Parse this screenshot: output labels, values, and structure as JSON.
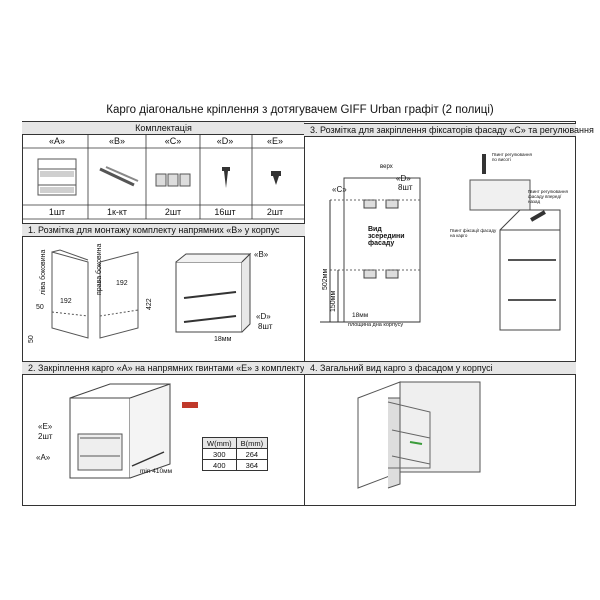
{
  "title": "Карго  діагональне кріплення з дотягувачем GIFF Urban графіт (2 полиці)",
  "kit": {
    "header": "Комплектація",
    "items": [
      {
        "code": "«А»",
        "qty": "1шт"
      },
      {
        "code": "«В»",
        "qty": "1к-кт"
      },
      {
        "code": "«С»",
        "qty": "2шт"
      },
      {
        "code": "«D»",
        "qty": "16шт"
      },
      {
        "code": "«Е»",
        "qty": "2шт"
      }
    ]
  },
  "section1": {
    "header": "1. Розмітка для монтажу комплекту напрямних «В» у корпус",
    "left_side": "ліва боковина",
    "right_side": "права боковина",
    "dim_192": "192",
    "dim_50": "50",
    "dim_50b": "50",
    "dim_422": "422",
    "label_b": "«В»",
    "label_d": "«D»",
    "d_qty": "8шт",
    "dim_18": "18мм"
  },
  "section2": {
    "header": "2. Закріплення карго «А» на напрямних гвинтами «Е» з комплекту",
    "label_e": "«Е»",
    "e_qty": "2шт",
    "label_a": "«А»",
    "min_width": "min 410мм",
    "table": {
      "head": [
        "W(mm)",
        "B(mm)"
      ],
      "rows": [
        [
          "300",
          "264"
        ],
        [
          "400",
          "364"
        ]
      ]
    }
  },
  "section3": {
    "header": "3. Розмітка для закріплення фіксаторів фасаду «С» та регулювання",
    "label_c": "«С»",
    "label_d": "«D»",
    "d_qty": "8шт",
    "top": "верх",
    "inner_view": "Вид зсередини фасаду",
    "dim_502": "502мм",
    "dim_150": "150мм",
    "dim_18": "18мм",
    "bottom_note": "площина дна корпусу",
    "adj_height": "Гвинт регулювання по висоті",
    "adj_depth": "Гвинт регулювання фасаду вперед/назад",
    "facade_lock": "Гвинт фіксації фасаду на карго"
  },
  "section4": {
    "header": "4. Загальний вид карго з фасадом у корпусі"
  }
}
